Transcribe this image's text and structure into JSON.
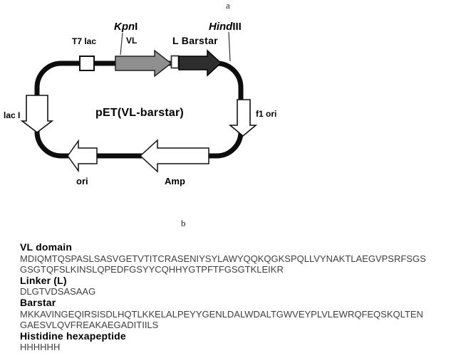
{
  "figure": {
    "panel_a_label": "a",
    "panel_b_label": "b"
  },
  "plasmid": {
    "name": "pET(VL-barstar)",
    "labels": {
      "t7lac": "T7 lac",
      "kpn_italic": "Kpn",
      "kpn_roman": "I",
      "vl": "VL",
      "l_barstar": "L Barstar",
      "hind_italic": "Hind",
      "hind_roman": "III",
      "laci": "lac I",
      "f1ori": "f1 ori",
      "ori": "ori",
      "amp": "Amp"
    },
    "colors": {
      "vl_arrow": "#8f8f8f",
      "barstar_arrow": "#2e2e2e",
      "backbone": "#0d0d0d",
      "feature_fill": "#ffffff"
    }
  },
  "sequences": {
    "sections": [
      {
        "title": "VL domain",
        "lines": [
          "MDIQMTQSPASLSASVGETVTITCRASENIYSYLAWYQQKQGKSPQLLVYNAKTLAEGVPSRFSGS",
          "GSGTQFSLKINSLQPEDFGSYYCQHHYGTPFTFGSGTKLEIKR"
        ]
      },
      {
        "title": "Linker (L)",
        "lines": [
          "DLGTVDSASAAG"
        ]
      },
      {
        "title": "Barstar",
        "lines": [
          "MKKAVINGEQIRSISDLHQTLKKELALPEYYGENLDALWDALTGWVEYPLVLEWRQFEQSKQLTEN",
          "GAESVLQVFREAKAEGADITIILS"
        ]
      },
      {
        "title": "Histidine hexapeptide",
        "lines": [
          "HHHHHH"
        ]
      }
    ]
  }
}
